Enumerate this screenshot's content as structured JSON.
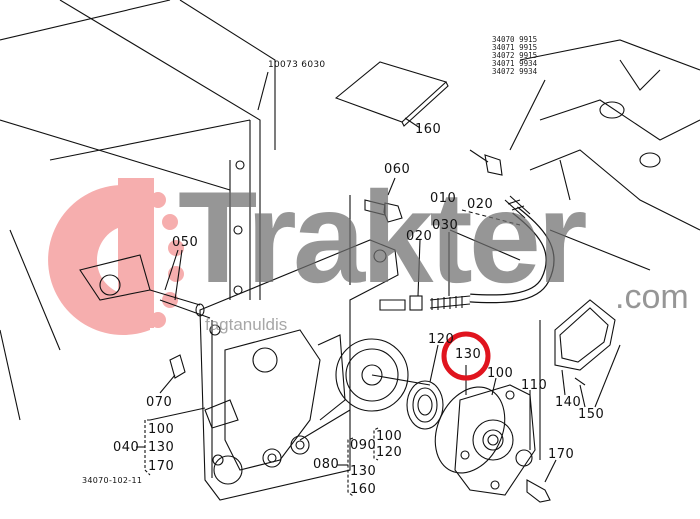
{
  "diagram": {
    "sheet_number": "34070-102-11",
    "reference_part": "10073 6030",
    "part_numbers_block": [
      "34070 9915",
      "34071 9915",
      "34072 9915",
      "34071 9934",
      "34072 9934"
    ],
    "highlight_color": "#e0141e",
    "highlighted_callout": "130",
    "callouts": {
      "c160_top": "160",
      "c060": "060",
      "c010": "010",
      "c020a": "020",
      "c020b": "020",
      "c030": "030",
      "c050": "050",
      "c070": "070",
      "c040": "040",
      "c040_sub": [
        "100",
        "130",
        "170"
      ],
      "c080": "080",
      "c080_sub": [
        "090",
        "130",
        "160"
      ],
      "c080_side": [
        "100",
        "120"
      ],
      "c120": "120",
      "c130": "130",
      "c100": "100",
      "c110": "110",
      "c140": "140",
      "c150": "150",
      "c170": "170"
    }
  },
  "watermark": {
    "brand": "Trakter",
    "suffix": ".com",
    "tagline": "fagtanuldis",
    "logo_color": "#f08080"
  }
}
